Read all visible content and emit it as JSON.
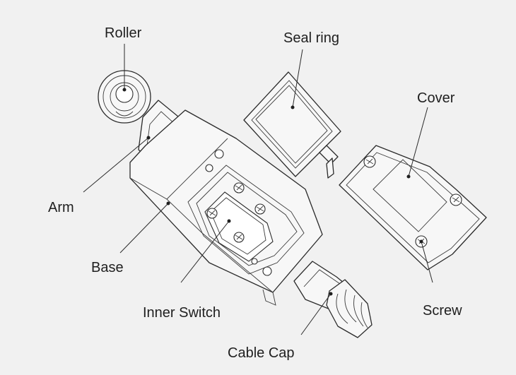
{
  "labels": {
    "roller": "Roller",
    "seal_ring": "Seal ring",
    "cover": "Cover",
    "arm": "Arm",
    "base": "Base",
    "inner_switch": "Inner Switch",
    "screw": "Screw",
    "cable_cap": "Cable Cap"
  },
  "colors": {
    "background": "#f1f1f1",
    "line": "#2b2b2b",
    "text": "#1f1f1f"
  }
}
